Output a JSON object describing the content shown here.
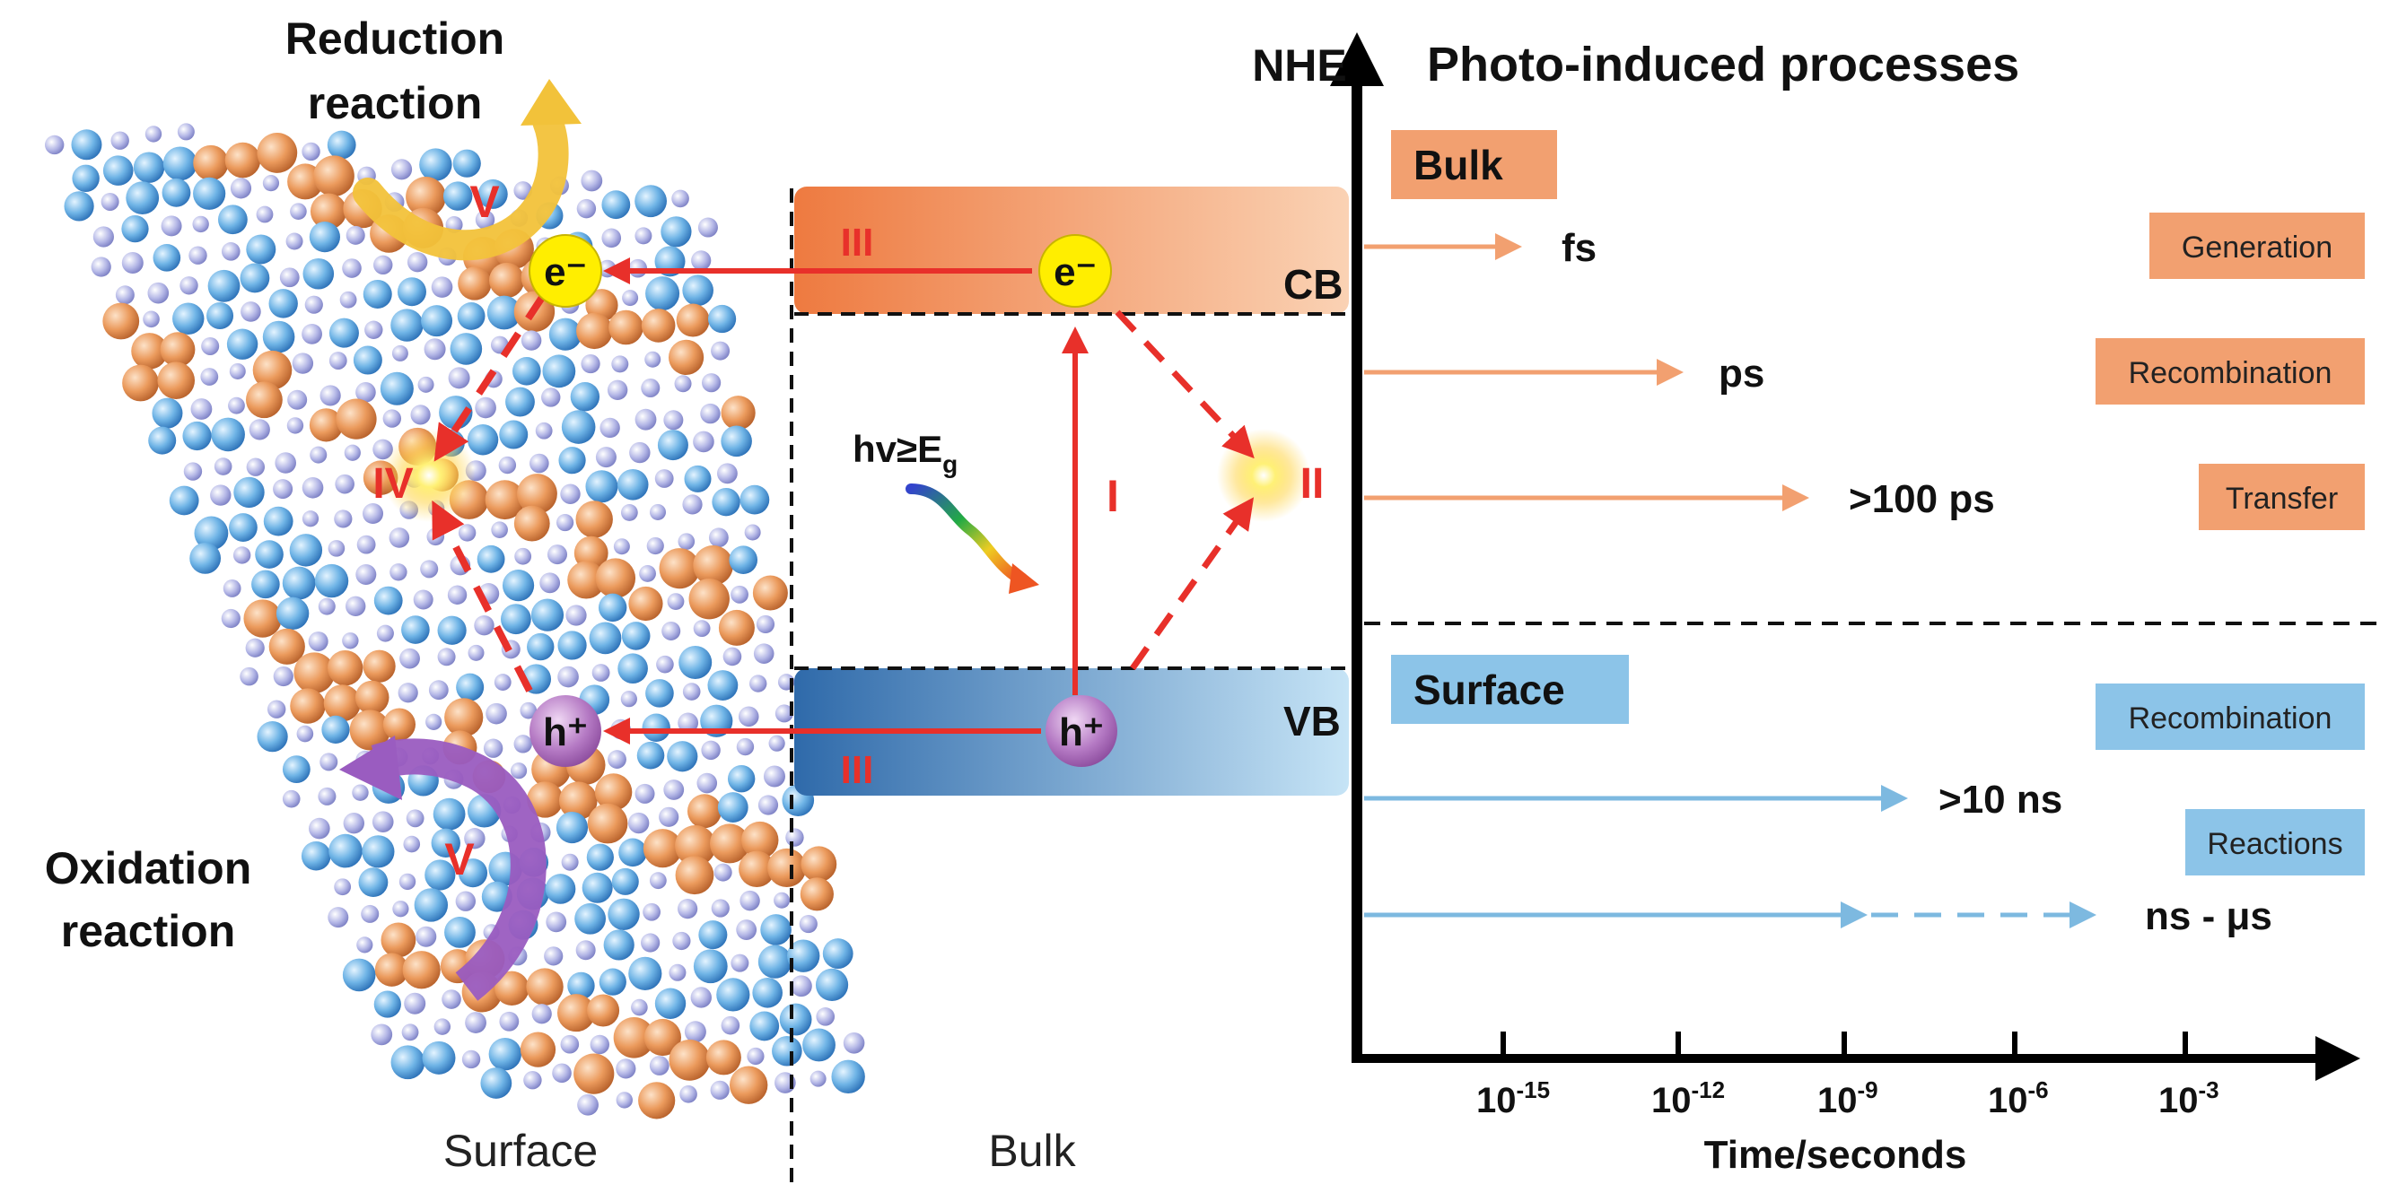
{
  "surface_panel": {
    "reduction_label_line1": "Reduction",
    "reduction_label_line2": "reaction",
    "oxidation_label_line1": "Oxidation",
    "oxidation_label_line2": "reaction",
    "roman_reduction": "V",
    "roman_oxidation": "V",
    "roman_surface_recomb": "IV",
    "electron_label": "e⁻",
    "hole_label": "h⁺",
    "bottom_label": "Surface"
  },
  "bulk_panel": {
    "cb_label": "CB",
    "vb_label": "VB",
    "roman_excitation": "I",
    "roman_recombination": "II",
    "roman_transfer_cb": "III",
    "roman_transfer_vb": "III",
    "electron_label": "e⁻",
    "hole_label": "h⁺",
    "photon_label_main": "hv≥E",
    "photon_label_sub": "g",
    "bottom_label": "Bulk"
  },
  "timeline": {
    "y_axis_label": "NHE",
    "title": "Photo-induced processes",
    "bulk_section_label": "Bulk",
    "surface_section_label": "Surface",
    "x_axis_label": "Time/seconds",
    "ticks": [
      {
        "base": "10",
        "exp": "-15"
      },
      {
        "base": "10",
        "exp": "-12"
      },
      {
        "base": "10",
        "exp": "-9"
      },
      {
        "base": "10",
        "exp": "-6"
      },
      {
        "base": "10",
        "exp": "-3"
      }
    ],
    "bulk_processes": [
      {
        "name": "Generation",
        "timescale": "fs"
      },
      {
        "name": "Recombination",
        "timescale": "ps"
      },
      {
        "name": "Transfer",
        "timescale": ">100 ps"
      }
    ],
    "surface_processes": [
      {
        "name": "Recombination",
        "timescale": ">10 ns"
      },
      {
        "name": "Reactions",
        "timescale": "ns - μs"
      }
    ]
  },
  "colors": {
    "orange": "#f4a070",
    "orange_dark": "#ee8a4f",
    "blue": "#8cc4e8",
    "blue_dark": "#3a78b8",
    "red": "#e8302a",
    "electron_yellow": "#ffee00",
    "hole_purple": "#a866b8",
    "arrow_yellow": "#f2c23a",
    "arrow_purple": "#9a5cc0"
  }
}
